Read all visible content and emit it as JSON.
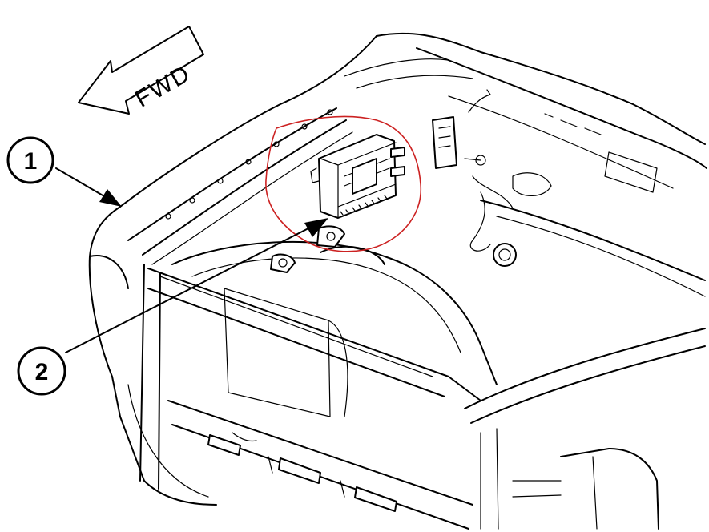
{
  "direction_label": "FWD",
  "callouts": [
    {
      "number": "1"
    },
    {
      "number": "2"
    }
  ],
  "highlight_color": "#cc2222",
  "icons": [
    "forward-arrow-icon",
    "leader-arrow-icon"
  ]
}
